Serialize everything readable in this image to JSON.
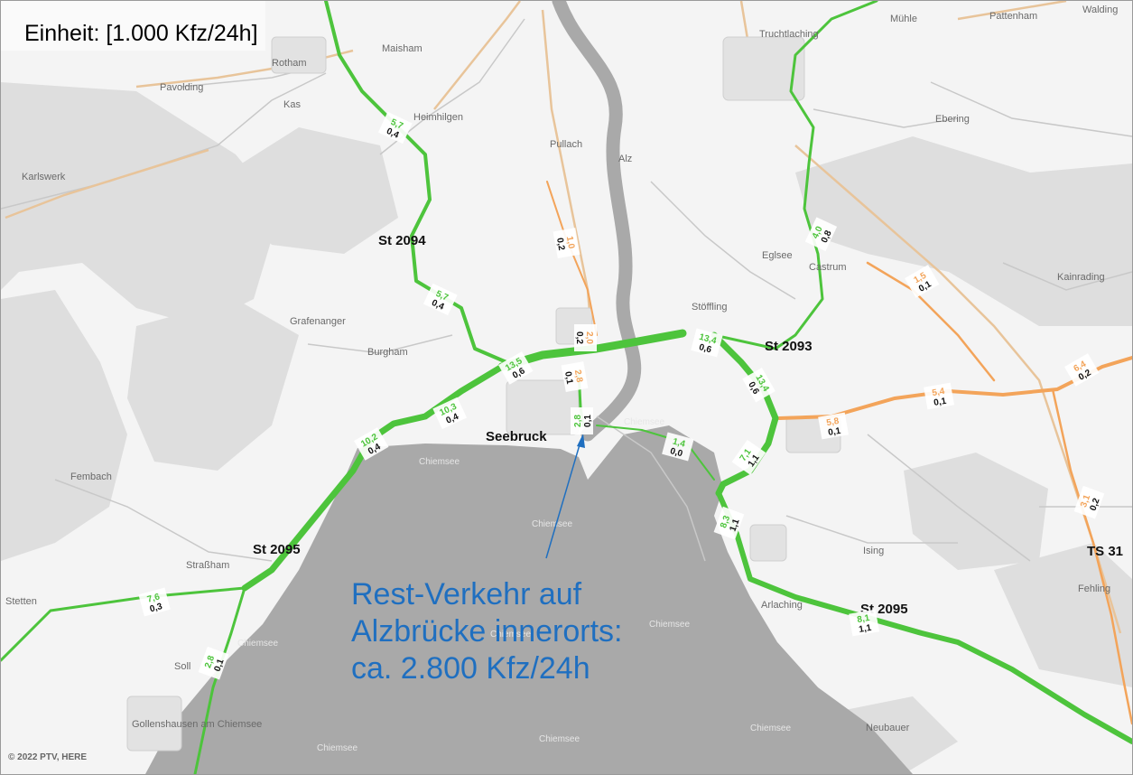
{
  "unit_label": "Einheit: [1.000 Kfz/24h]",
  "callout": {
    "line1": "Rest-Verkehr auf",
    "line2": "Alzbrücke innerorts:",
    "line3": "ca. 2.800 Kfz/24h"
  },
  "copyright": "© 2022 PTV, HERE",
  "town": "Seebruck",
  "road_labels": [
    "St 2094",
    "St 2093",
    "St 2095",
    "TS 31",
    "St 2095"
  ],
  "places": [
    "Maisham",
    "Rotham",
    "Pavolding",
    "Kas",
    "Heimhilgen",
    "Pullach",
    "Alz",
    "Karlswerk",
    "Grafenanger",
    "Burgham",
    "Fembach",
    "Straßham",
    "Stetten",
    "Soll",
    "Gollenshausen am Chiemsee",
    "Mühle",
    "Truchtlaching",
    "Pattenham",
    "Walding",
    "Ebering",
    "Eglsee",
    "Castrum",
    "Kainrading",
    "Stöffling",
    "Ising",
    "Fehling",
    "Neubauer",
    "Arlaching"
  ],
  "water_labels": [
    "Chiemsee",
    "Chiemsee",
    "Chiemsee",
    "Chiemsee",
    "Chiemsee",
    "Chiemsee",
    "Chiemsee",
    "Chiemsee",
    "Chiemsee"
  ],
  "colors": {
    "low_traffic_road": "#4dc43c",
    "medium_traffic_road": "#f3a45a",
    "lake": "#a9a9a9",
    "forest": "#dedede",
    "callout_text": "#1f6fc0"
  },
  "traffic_labels": [
    {
      "total": "5,7",
      "heavy": "0,4",
      "level": "low"
    },
    {
      "total": "5,7",
      "heavy": "0,4",
      "level": "low"
    },
    {
      "total": "1,0",
      "heavy": "0,2",
      "level": "medium"
    },
    {
      "total": "2,0",
      "heavy": "0,2",
      "level": "medium"
    },
    {
      "total": "13,5",
      "heavy": "0,6",
      "level": "low"
    },
    {
      "total": "2,8",
      "heavy": "0,1",
      "level": "medium"
    },
    {
      "total": "10,3",
      "heavy": "0,4",
      "level": "low"
    },
    {
      "total": "10,2",
      "heavy": "0,4",
      "level": "low"
    },
    {
      "total": "2,8",
      "heavy": "0,1",
      "level": "low"
    },
    {
      "total": "1,4",
      "heavy": "0,0",
      "level": "low"
    },
    {
      "total": "13,4",
      "heavy": "0,6",
      "level": "low"
    },
    {
      "total": "13,4",
      "heavy": "0,6",
      "level": "low"
    },
    {
      "total": "4,0",
      "heavy": "0,8",
      "level": "low"
    },
    {
      "total": "1,5",
      "heavy": "0,1",
      "level": "medium"
    },
    {
      "total": "5,8",
      "heavy": "0,1",
      "level": "medium"
    },
    {
      "total": "5,4",
      "heavy": "0,1",
      "level": "medium"
    },
    {
      "total": "6,4",
      "heavy": "0,2",
      "level": "medium"
    },
    {
      "total": "7,1",
      "heavy": "1,1",
      "level": "low"
    },
    {
      "total": "8,3",
      "heavy": "1,1",
      "level": "low"
    },
    {
      "total": "3,1",
      "heavy": "0,2",
      "level": "medium"
    },
    {
      "total": "8,1",
      "heavy": "1,1",
      "level": "low"
    },
    {
      "total": "7,6",
      "heavy": "0,3",
      "level": "low"
    },
    {
      "total": "2,8",
      "heavy": "0,1",
      "level": "low"
    }
  ]
}
